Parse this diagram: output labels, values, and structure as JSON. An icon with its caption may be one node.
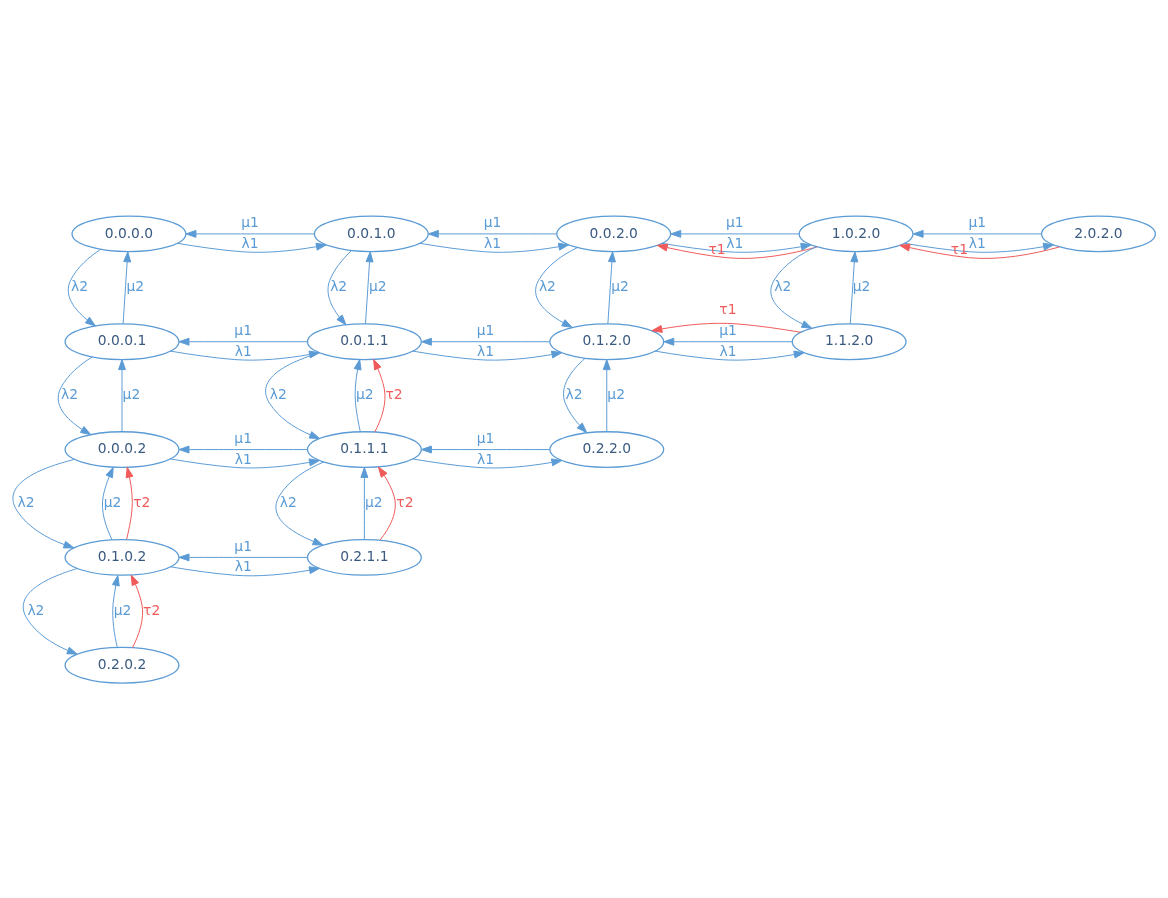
{
  "diagram": {
    "nodes": [
      {
        "text": [
          "0.0.0.0"
        ]
      },
      {
        "text": [
          "0.0.1.0"
        ]
      },
      {
        "text": [
          "0.0.2.0"
        ]
      },
      {
        "text": [
          "1.0.2.0"
        ]
      },
      {
        "text": [
          "2.0.2.0"
        ]
      },
      {
        "text": [
          "0.0.0.1"
        ]
      },
      {
        "text": [
          "0.0.1.1"
        ]
      },
      {
        "text": [
          "0.1.2.0"
        ]
      },
      {
        "text": [
          "1.1.2.0"
        ]
      },
      {
        "text": [
          "0.0.0.2"
        ]
      },
      {
        "text": [
          "0.1.1.1"
        ]
      },
      {
        "text": [
          "0.2.2.0"
        ]
      },
      {
        "text": [
          "0.1.0.2"
        ]
      },
      {
        "text": [
          "0.2.1.1"
        ]
      },
      {
        "text": [
          "0.2.0.2"
        ]
      }
    ],
    "edges": [
      {
        "from": 1,
        "to": 0,
        "arrow": "to",
        "label": "μ1"
      },
      {
        "from": 0,
        "to": 1,
        "arrow": "to",
        "label": "λ1"
      },
      {
        "from": 2,
        "to": 1,
        "arrow": "to",
        "label": "μ1"
      },
      {
        "from": 1,
        "to": 2,
        "arrow": "to",
        "label": "λ1"
      },
      {
        "from": 3,
        "to": 2,
        "arrow": "to",
        "label": "μ1"
      },
      {
        "from": 2,
        "to": 3,
        "arrow": "to",
        "label": "λ1"
      },
      {
        "from": 3,
        "to": 2,
        "arrow": "to",
        "label": "τ1",
        "color": "#f05a5a"
      },
      {
        "from": 4,
        "to": 3,
        "arrow": "to",
        "label": "μ1"
      },
      {
        "from": 3,
        "to": 4,
        "arrow": "to",
        "label": "λ1"
      },
      {
        "from": 4,
        "to": 3,
        "arrow": "to",
        "label": "τ1",
        "color": "#f05a5a"
      },
      {
        "from": 0,
        "to": 5,
        "arrow": "to",
        "label": "λ2"
      },
      {
        "from": 5,
        "to": 0,
        "arrow": "to",
        "label": "μ2"
      },
      {
        "from": 1,
        "to": 6,
        "arrow": "to",
        "label": "λ2"
      },
      {
        "from": 6,
        "to": 1,
        "arrow": "to",
        "label": "μ2"
      },
      {
        "from": 2,
        "to": 7,
        "arrow": "to",
        "label": "λ2"
      },
      {
        "from": 7,
        "to": 2,
        "arrow": "to",
        "label": "μ2"
      },
      {
        "from": 3,
        "to": 8,
        "arrow": "to",
        "label": "λ2"
      },
      {
        "from": 8,
        "to": 3,
        "arrow": "to",
        "label": "μ2"
      },
      {
        "from": 6,
        "to": 5,
        "arrow": "to",
        "label": "μ1"
      },
      {
        "from": 5,
        "to": 6,
        "arrow": "to",
        "label": "λ1"
      },
      {
        "from": 7,
        "to": 6,
        "arrow": "to",
        "label": "μ1"
      },
      {
        "from": 6,
        "to": 7,
        "arrow": "to",
        "label": "λ1"
      },
      {
        "from": 8,
        "to": 7,
        "arrow": "to",
        "label": "μ1"
      },
      {
        "from": 7,
        "to": 8,
        "arrow": "to",
        "label": "λ1"
      },
      {
        "from": 8,
        "to": 7,
        "arrow": "to",
        "label": "τ1",
        "color": "#f05a5a"
      },
      {
        "from": 5,
        "to": 9,
        "arrow": "to",
        "label": "λ2"
      },
      {
        "from": 9,
        "to": 5,
        "arrow": "to",
        "label": "μ2"
      },
      {
        "from": 6,
        "to": 10,
        "arrow": "to",
        "label": "λ2"
      },
      {
        "from": 10,
        "to": 6,
        "arrow": "to",
        "label": "μ2"
      },
      {
        "from": 10,
        "to": 6,
        "arrow": "to",
        "label": "τ2",
        "color": "#f05a5a"
      },
      {
        "from": 7,
        "to": 11,
        "arrow": "to",
        "label": "λ2"
      },
      {
        "from": 11,
        "to": 7,
        "arrow": "to",
        "label": "μ2"
      },
      {
        "from": 10,
        "to": 9,
        "arrow": "to",
        "label": "μ1"
      },
      {
        "from": 9,
        "to": 10,
        "arrow": "to",
        "label": "λ1"
      },
      {
        "from": 11,
        "to": 10,
        "arrow": "to",
        "label": "μ1"
      },
      {
        "from": 10,
        "to": 11,
        "arrow": "to",
        "label": "λ1"
      },
      {
        "from": 9,
        "to": 12,
        "arrow": "to",
        "label": "λ2"
      },
      {
        "from": 12,
        "to": 9,
        "arrow": "to",
        "label": "μ2"
      },
      {
        "from": 12,
        "to": 9,
        "arrow": "to",
        "label": "τ2",
        "color": "#f05a5a"
      },
      {
        "from": 10,
        "to": 13,
        "arrow": "to",
        "label": "λ2"
      },
      {
        "from": 13,
        "to": 10,
        "arrow": "to",
        "label": "μ2"
      },
      {
        "from": 13,
        "to": 10,
        "arrow": "to",
        "label": "τ2",
        "color": "#f05a5a"
      },
      {
        "from": 13,
        "to": 12,
        "arrow": "to",
        "label": "μ1"
      },
      {
        "from": 12,
        "to": 13,
        "arrow": "to",
        "label": "λ1"
      },
      {
        "from": 12,
        "to": 14,
        "arrow": "to",
        "label": "λ2"
      },
      {
        "from": 14,
        "to": 12,
        "arrow": "to",
        "label": "μ2"
      },
      {
        "from": 14,
        "to": 12,
        "arrow": "to",
        "label": "τ2",
        "color": "#f05a5a"
      }
    ]
  }
}
